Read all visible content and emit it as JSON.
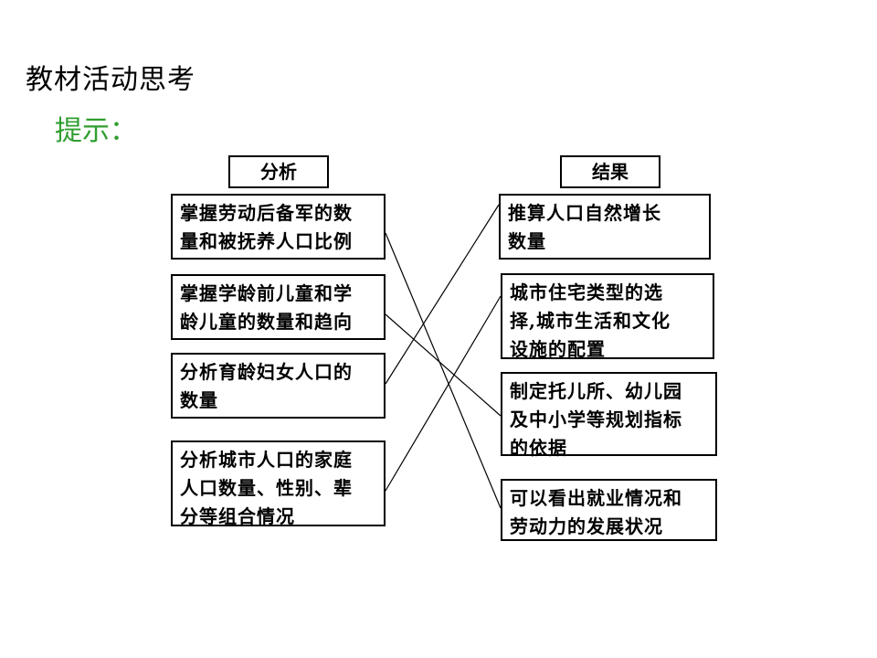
{
  "title": "教材活动思考",
  "hint": "提示：",
  "headers": {
    "left": "分析",
    "right": "结果"
  },
  "left_items": [
    "掌握劳动后备军的数\n量和被抚养人口比例",
    "掌握学龄前儿童和学\n龄儿童的数量和趋向",
    "分析育龄妇女人口的\n数量",
    "分析城市人口的家庭\n人口数量、性别、辈\n分等组合情况"
  ],
  "right_items": [
    "推算人口自然增长\n数量",
    "城市住宅类型的选\n择,城市生活和文化\n设施的配置",
    "制定托儿所、幼儿园\n及中小学等规划指标\n的依据",
    "可以看出就业情况和\n劳动力的发展状况"
  ],
  "connections": [
    {
      "from": 0,
      "to": 3
    },
    {
      "from": 1,
      "to": 2
    },
    {
      "from": 2,
      "to": 0
    },
    {
      "from": 3,
      "to": 1
    }
  ]
}
